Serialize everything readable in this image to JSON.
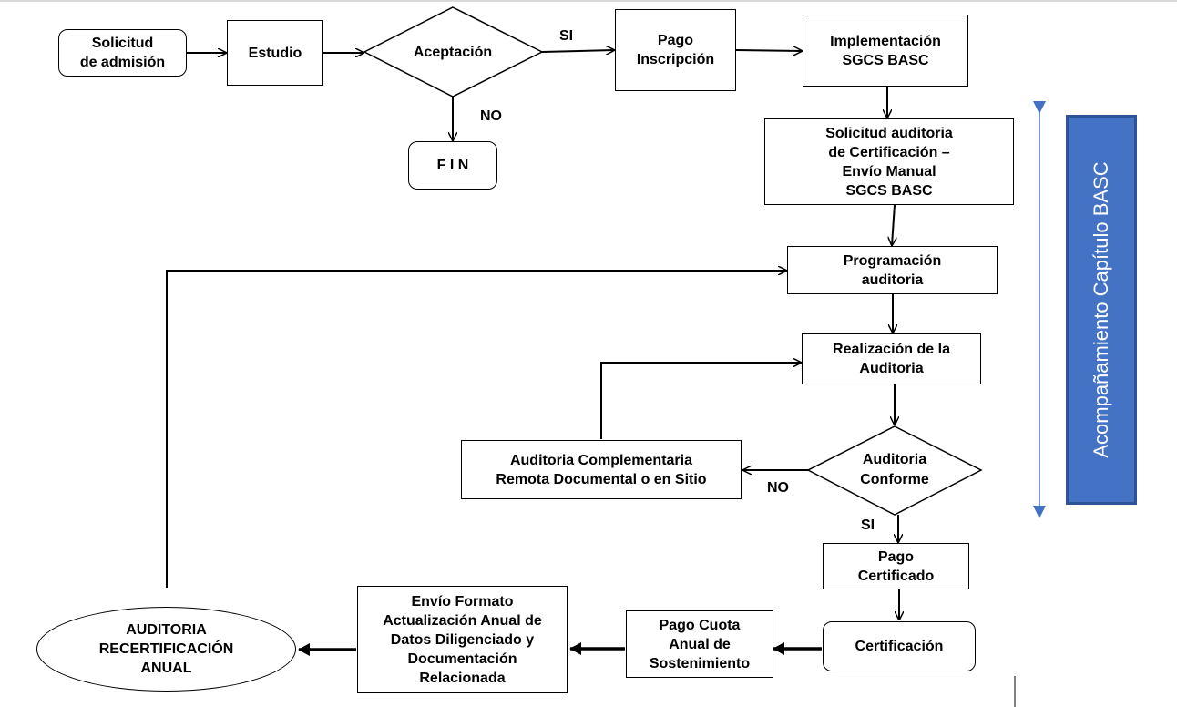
{
  "colors": {
    "banner_fill": "#4472c4",
    "banner_text": "#ffffff",
    "axis_arrow": "#4472c4",
    "stroke": "#000000"
  },
  "nodes": {
    "solicitud_admision": "Solicitud\nde admisión",
    "estudio": "Estudio",
    "aceptacion": "Aceptación",
    "pago_inscripcion": "Pago\nInscripción",
    "implementacion": "Implementación\nSGCS BASC",
    "fin": "F  I  N",
    "solicitud_auditoria": "Solicitud  auditoria\nde Certificación –\nEnvío Manual\nSGCS BASC",
    "programacion": "Programación\nauditoria",
    "realizacion": "Realización de la\nAuditoria",
    "auditoria_conforme": "Auditoria\nConforme",
    "auditoria_complementaria": "Auditoria  Complementaria\nRemota Documental o en Sitio",
    "pago_certificado": "Pago\nCertificado",
    "certificacion": "Certificación",
    "pago_cuota": "Pago Cuota\nAnual de\nSostenimiento",
    "envio_formato": "Envío Formato\nActualización Anual de\nDatos Diligenciado y\nDocumentación\nRelacionada",
    "recertificacion": "AUDITORIA\nRECERTIFICACIÓN\nANUAL"
  },
  "edge_labels": {
    "si_top": "SI",
    "no_top": "NO",
    "no_right": "NO",
    "si_bottom": "SI"
  },
  "banner": {
    "text": "Acompañamiento Capítulo BASC"
  }
}
